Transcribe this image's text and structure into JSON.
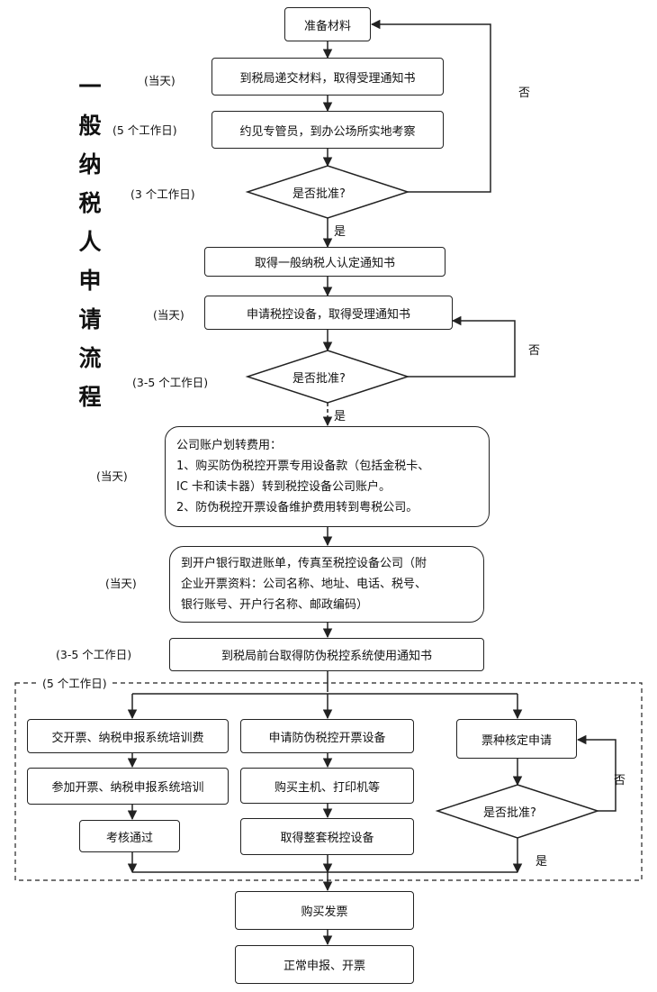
{
  "title_chars": [
    "一",
    "般",
    "纳",
    "税",
    "人",
    "申",
    "请",
    "流",
    "程"
  ],
  "nodes": {
    "prepare": "准备材料",
    "submit": "到税局递交材料，取得受理通知书",
    "meet": "约见专管员，到办公场所实地考察",
    "approve1": "是否批准?",
    "notice": "取得一般纳税人认定通知书",
    "apply_device": "申请税控设备，取得受理通知书",
    "approve2": "是否批准?",
    "transfer": [
      "公司账户划转费用：",
      "1、购买防伪税控开票专用设备款（包括金税卡、",
      "IC 卡和读卡器）转到税控设备公司账户。",
      "2、防伪税控开票设备维护费用转到粤税公司。"
    ],
    "bank": [
      "到开户银行取进账单，传真至税控设备公司（附",
      "企业开票资料：公司名称、地址、电话、税号、",
      "银行账号、开户行名称、邮政编码）"
    ],
    "usage_notice": "到税局前台取得防伪税控系统使用通知书",
    "fee": "交开票、纳税申报系统培训费",
    "training": "参加开票、纳税申报系统培训",
    "exam": "考核通过",
    "apply_equipment": "申请防伪税控开票设备",
    "buy_host": "购买主机、打印机等",
    "get_equipment": "取得整套税控设备",
    "ticket_type": "票种核定申请",
    "approve3": "是否批准?",
    "buy_invoice": "购买发票",
    "normal": "正常申报、开票"
  },
  "time_labels": {
    "t_submit": "(当天)",
    "t_meet": "(5 个工作日)",
    "t_approve1": "(3 个工作日)",
    "t_apply_device": "(当天)",
    "t_approve2": "(3-5 个工作日)",
    "t_transfer": "(当天)",
    "t_bank": "(当天)",
    "t_usage": "(3-5 个工作日)",
    "t_group": "(5 个工作日)"
  },
  "decision_labels": {
    "no1": "否",
    "yes1": "是",
    "no2": "否",
    "yes2": "是",
    "no3": "否",
    "yes3": "是"
  }
}
